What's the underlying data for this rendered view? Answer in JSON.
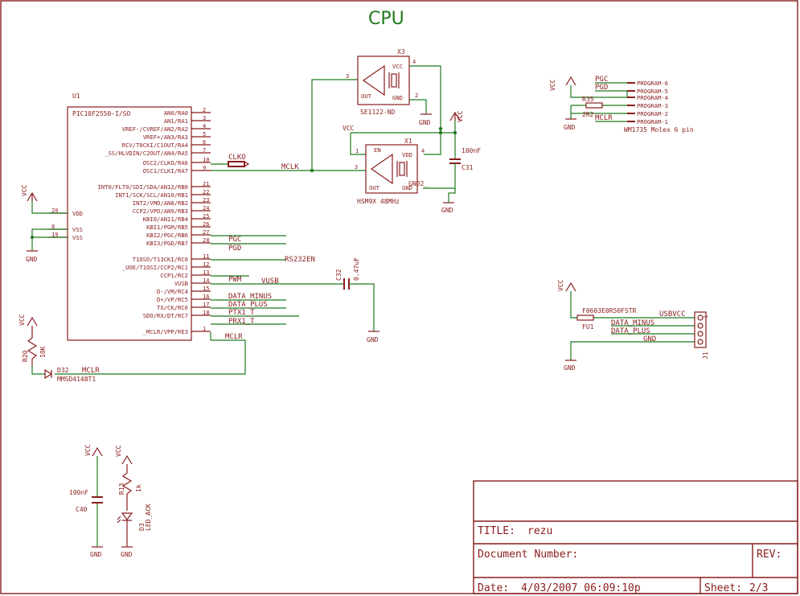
{
  "sheet_title": "CPU",
  "colors": {
    "part": "#8a1c1c",
    "wire": "#1f7a1f",
    "frame": "#8a1c1c"
  },
  "u1": {
    "ref": "U1",
    "value": "PIC18F2550-I/SO",
    "left_pins": [
      {
        "num": "20",
        "name": "VDD"
      },
      {
        "num": "8",
        "name": "VSS"
      },
      {
        "num": "19",
        "name": "VSS"
      }
    ],
    "right_pins": [
      {
        "num": "2",
        "name": "AN0/RA0"
      },
      {
        "num": "3",
        "name": "AN1/RA1"
      },
      {
        "num": "4",
        "name": "VREF-/CVREF/AN2/RA2"
      },
      {
        "num": "5",
        "name": "VREF+/AN3/RA3"
      },
      {
        "num": "6",
        "name": "RCV/T0CKI/C1OUT/RA4"
      },
      {
        "num": "7",
        "name": "_SS/HLVDIN/C2OUT/AN4/RA5"
      },
      {
        "num": "10",
        "name": "OSC2/CLKO/RA6"
      },
      {
        "num": "9",
        "name": "OSC1/CLKI/RA7"
      },
      {
        "num": "21",
        "name": "INT0/FLT0/SDI/SDA/AN12/RB0"
      },
      {
        "num": "22",
        "name": "INT1/SCK/SCL/AN10/RB1"
      },
      {
        "num": "23",
        "name": "INT2/VMO/AN8/RB2"
      },
      {
        "num": "24",
        "name": "CCP2/VPO/AN9/RB3"
      },
      {
        "num": "25",
        "name": "KBI0/AN11/RB4"
      },
      {
        "num": "26",
        "name": "KBI1/PGM/RB5"
      },
      {
        "num": "27",
        "name": "KBI2/PGC/RB6"
      },
      {
        "num": "28",
        "name": "KBI3/PGD/RB7"
      },
      {
        "num": "11",
        "name": "T1OSO/T13CKI/RC0"
      },
      {
        "num": "12",
        "name": "_UOE/T1OSI/CCP2/RC1"
      },
      {
        "num": "13",
        "name": "CCP1/RC2"
      },
      {
        "num": "14",
        "name": "VUSB"
      },
      {
        "num": "15",
        "name": "D-/VM/RC4"
      },
      {
        "num": "16",
        "name": "D+/VP/RC5"
      },
      {
        "num": "17",
        "name": "TX/CK/RC6"
      },
      {
        "num": "18",
        "name": "SDO/RX/DT/RC7"
      },
      {
        "num": "1",
        "name": "_MCLR/VPP/RE3"
      }
    ]
  },
  "nets": {
    "clko": "CLKO",
    "mclk": "MCLK",
    "pgc": "PGC",
    "pgd": "PGD",
    "rs232en": "RS232EN",
    "pwm": "PWM",
    "vusb": "VUSB",
    "data_minus": "DATA_MINUS",
    "data_plus": "DATA_PLUS",
    "ptx1": "PTX1_T",
    "prx1": "PRX1_T",
    "mclr": "MCLR",
    "vcc": "VCC",
    "gnd": "GND",
    "gnd2": "GND2_"
  },
  "x3": {
    "ref": "X3",
    "value": "SE1122-ND",
    "vcc": "VCC",
    "out": "OUT",
    "gnd": "GND",
    "pin_vcc": "4",
    "pin_out": "3",
    "pin_gnd": "2"
  },
  "x1": {
    "ref": "X1",
    "value": "HSM9X 48MHz",
    "en": "EN",
    "vdd": "VDD",
    "out": "OUT",
    "gnd": "GND",
    "pin_en": "1",
    "pin_vdd": "4",
    "pin_out": "3"
  },
  "c31": {
    "ref": "C31",
    "value": "100nF"
  },
  "c32": {
    "ref": "C32",
    "value": "0.47uF"
  },
  "c40": {
    "ref": "C40",
    "value": "100nF"
  },
  "r20": {
    "ref": "R20",
    "value": "10K"
  },
  "d32": {
    "ref": "D32",
    "value": "MMSD4148T1"
  },
  "r13": {
    "ref": "R13",
    "value": "1k"
  },
  "d3": {
    "ref": "D3",
    "value": "LED_ACK"
  },
  "r35": {
    "ref": "R35",
    "value": "2R2"
  },
  "prog_header": {
    "value": "WM1735 Molex 6 pin",
    "pins": [
      "PROGRAM-6",
      "PROGRAM-5",
      "PROGRAM-4",
      "PROGRAM-3",
      "PROGRAM-2",
      "PROGRAM-1"
    ],
    "nets": [
      "PGC",
      "PGD",
      "",
      "",
      "",
      "MCLR"
    ]
  },
  "fu1": {
    "ref": "FU1",
    "value": "F0603E0R50FSTR"
  },
  "j1": {
    "ref": "J1",
    "pin_labels": [
      "USBVCC",
      "DATA_MINUS",
      "DATA_PLUS",
      "GND"
    ],
    "pin_num": "1"
  },
  "title_block": {
    "title_label": "TITLE:",
    "title_value": "rezu",
    "doc_label": "Document Number:",
    "rev_label": "REV:",
    "date_label": "Date:",
    "date_value": "4/03/2007 06:09:10p",
    "sheet_label": "Sheet:",
    "sheet_value": "2/3"
  }
}
